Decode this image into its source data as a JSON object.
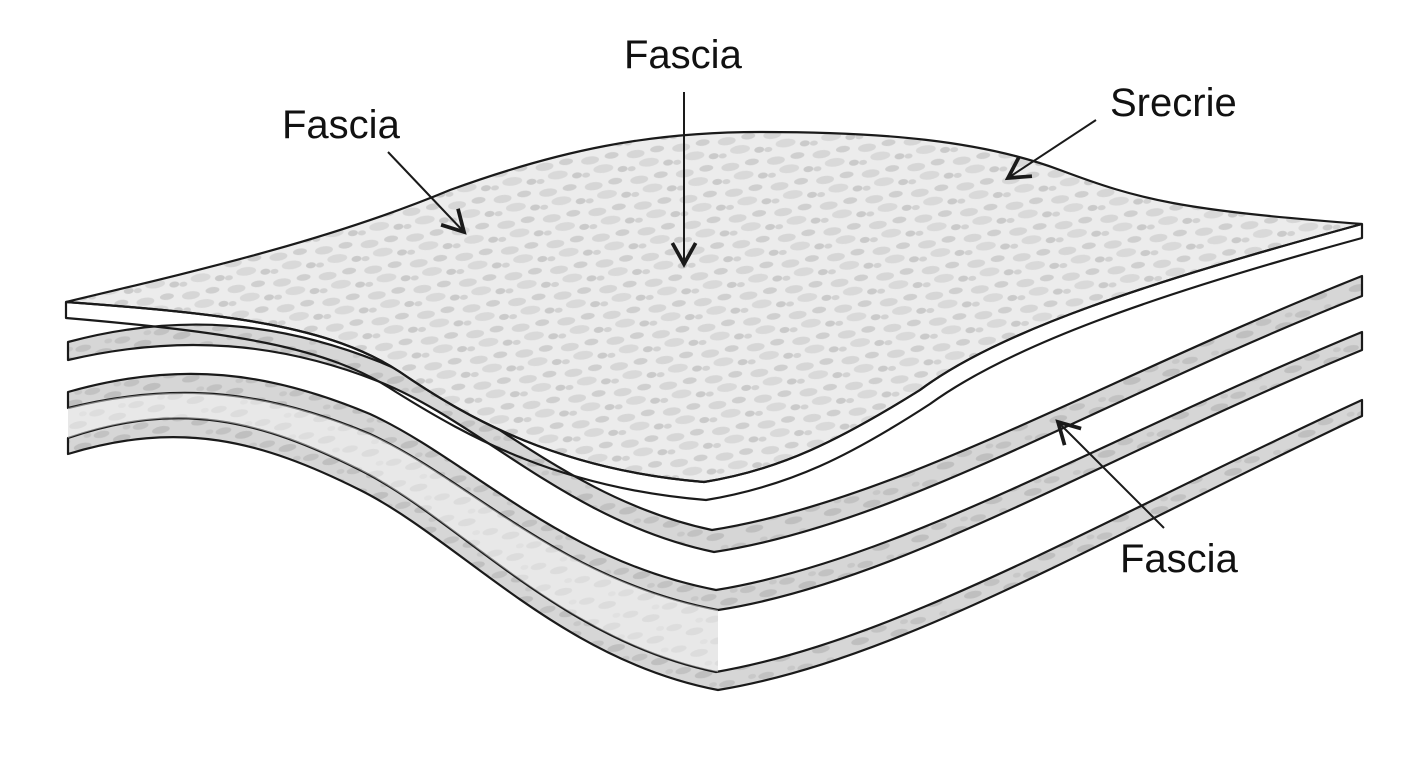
{
  "labels": {
    "top_left": "Fascia",
    "top_center": "Fascia",
    "top_right": "Srecrie",
    "bottom_right": "Fascia"
  },
  "layer_count": 4,
  "colors": {
    "outline": "#1a1a1a",
    "top_surface": "#ececec",
    "texture_light": "#d8d8d8",
    "texture_dark": "#c4c4c4",
    "side_face": "#dcdcdc",
    "lower_layer": "#d2d2d2"
  }
}
